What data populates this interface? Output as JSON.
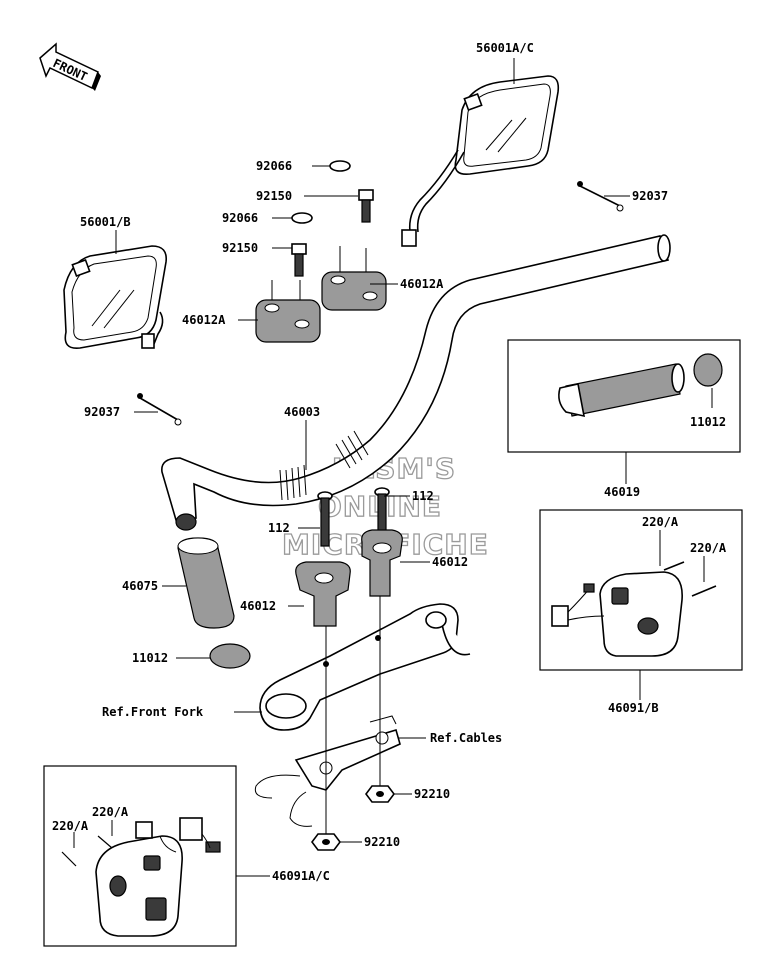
{
  "front_marker": {
    "text": "FRONT"
  },
  "watermark": {
    "line1": "HLSM'S",
    "line2": "ONLINE",
    "line3": "MICROFICHE"
  },
  "labels": {
    "mirror_right": "56001A/C",
    "mirror_left": "56001/B",
    "cap_top": "92066",
    "bolt_top": "92150",
    "cap_mid": "92066",
    "bolt_mid": "92150",
    "holder_upper_right": "46012A",
    "holder_upper_left": "46012A",
    "band_right": "92037",
    "band_left": "92037",
    "handlebar": "46003",
    "grip_right_end": "11012",
    "throttle_grip": "46019",
    "bolt_112_right": "112",
    "bolt_112_left": "112",
    "holder_lower_right": "46012",
    "holder_lower_left": "46012",
    "grip_left": "46075",
    "grip_left_end": "11012",
    "screw_right_a": "220/A",
    "screw_right_b": "220/A",
    "switch_right": "46091/B",
    "ref_front_fork": "Ref.Front Fork",
    "ref_cables": "Ref.Cables",
    "nut_upper": "92210",
    "nut_lower": "92210",
    "screw_left_a": "220/A",
    "screw_left_b": "220/A",
    "switch_left": "46091A/C"
  }
}
